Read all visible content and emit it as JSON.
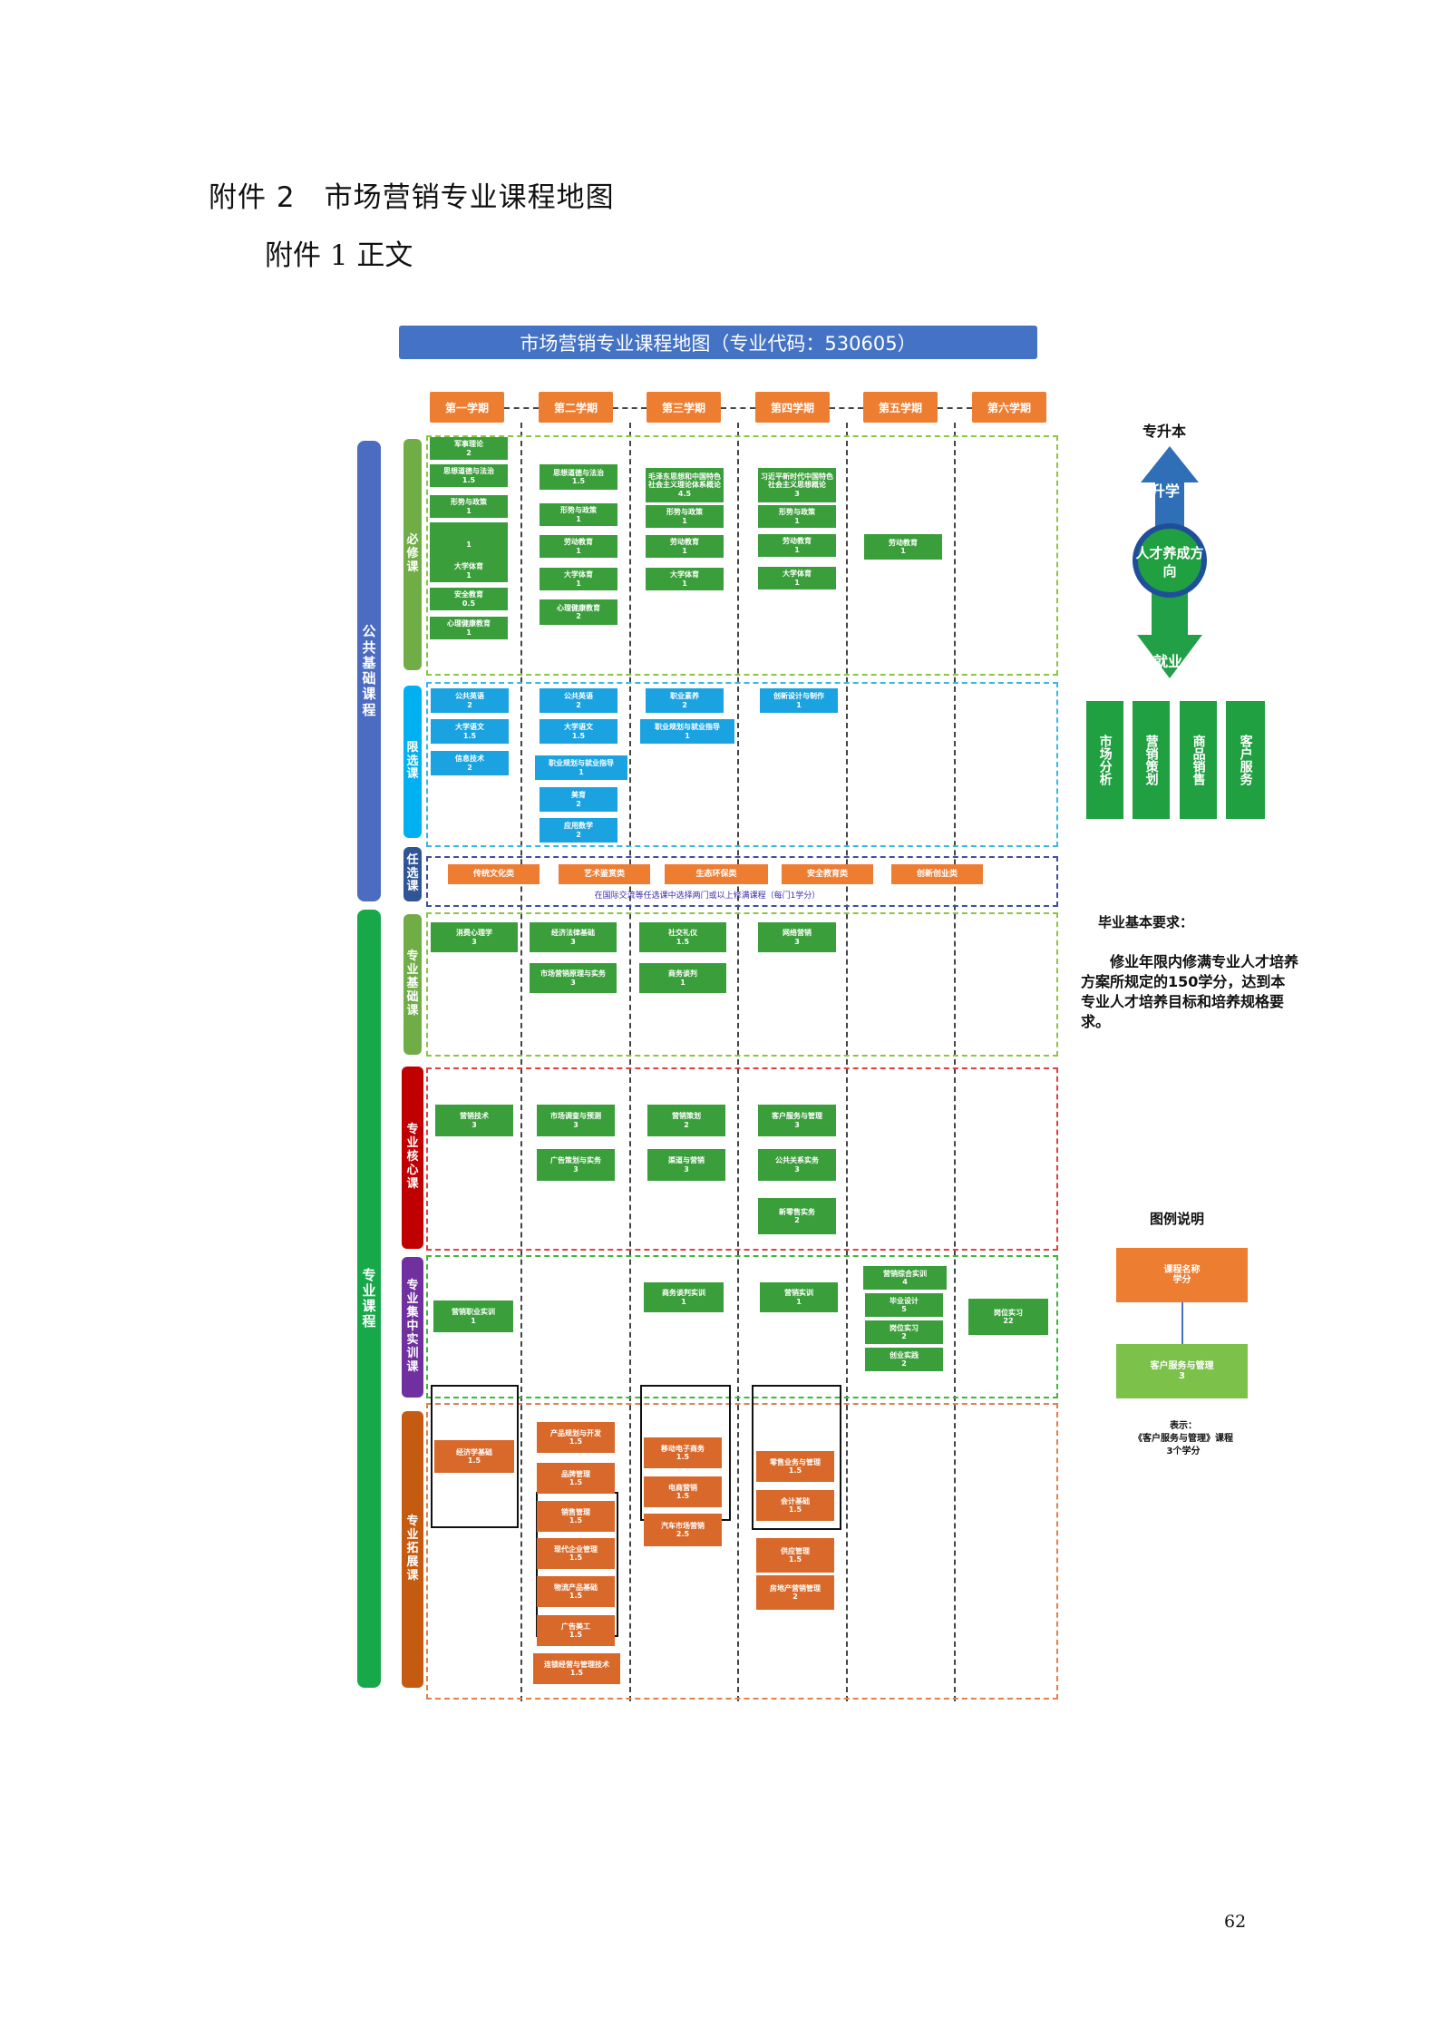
{
  "heading": "附件 2　市场营销专业课程地图",
  "subheading": "附件 1 正文",
  "map_title": "市场营销专业课程地图（专业代码：530605）",
  "semesters": [
    "第一学期",
    "第二学期",
    "第三学期",
    "第四学期",
    "第五学期",
    "第六学期"
  ],
  "categories": {
    "public": "公共基础课程",
    "major": "专业课程"
  },
  "subcategories": {
    "required": "必修课",
    "limited": "限选课",
    "optional": "任选课",
    "major_base": "专业基础课",
    "major_core": "专业核心课",
    "training": "专业集中实训课",
    "expand": "专业拓展课"
  },
  "courses": {
    "req": {
      "s1": [
        {
          "name": "军事理论",
          "credit": "2"
        },
        {
          "name": "思想道德与法治",
          "credit": "1.5"
        },
        {
          "name": "形势与政策",
          "credit": "1"
        },
        {
          "name": "",
          "credit": "1"
        },
        {
          "name": "大学体育",
          "credit": "1"
        },
        {
          "name": "安全教育",
          "credit": "0.5"
        },
        {
          "name": "心理健康教育",
          "credit": "1"
        }
      ],
      "s2": [
        {
          "name": "思想道德与法治",
          "credit": "1.5"
        },
        {
          "name": "形势与政策",
          "credit": "1"
        },
        {
          "name": "劳动教育",
          "credit": "1"
        },
        {
          "name": "大学体育",
          "credit": "1"
        },
        {
          "name": "心理健康教育",
          "credit": "2"
        }
      ],
      "s3": [
        {
          "name": "毛泽东思想和中国特色社会主义理论体系概论",
          "credit": "4.5"
        },
        {
          "name": "形势与政策",
          "credit": "1"
        },
        {
          "name": "劳动教育",
          "credit": "1"
        },
        {
          "name": "大学体育",
          "credit": "1"
        }
      ],
      "s4": [
        {
          "name": "习近平新时代中国特色社会主义思想概论",
          "credit": "3"
        },
        {
          "name": "形势与政策",
          "credit": "1"
        },
        {
          "name": "劳动教育",
          "credit": "1"
        },
        {
          "name": "大学体育",
          "credit": "1"
        }
      ],
      "s5": [
        {
          "name": "劳动教育",
          "credit": "1"
        }
      ]
    },
    "lim": {
      "s1": [
        {
          "name": "公共英语",
          "credit": "2"
        },
        {
          "name": "大学语文",
          "credit": "1.5"
        },
        {
          "name": "信息技术",
          "credit": "2"
        }
      ],
      "s2": [
        {
          "name": "公共英语",
          "credit": "2"
        },
        {
          "name": "大学语文",
          "credit": "1.5"
        },
        {
          "name": "职业规划与就业指导",
          "credit": "1"
        },
        {
          "name": "美育",
          "credit": "2"
        },
        {
          "name": "应用数学",
          "credit": "2"
        }
      ],
      "s3": [
        {
          "name": "职业素养",
          "credit": "2"
        },
        {
          "name": "职业规划与就业指导",
          "credit": "1"
        }
      ],
      "s4": [
        {
          "name": "创新设计与制作",
          "credit": "1"
        }
      ]
    },
    "opt": [
      "传统文化类",
      "艺术鉴赏类",
      "生态环保类",
      "安全教育类",
      "创新创业类"
    ],
    "opt_note": "在国际交流等任选课中选择两门或以上修满课程（每门1学分）",
    "base": {
      "s1": [
        {
          "name": "消费心理学",
          "credit": "3"
        }
      ],
      "s2": [
        {
          "name": "经济法律基础",
          "credit": "3"
        },
        {
          "name": "市场营销原理与实务",
          "credit": "3"
        }
      ],
      "s3": [
        {
          "name": "社交礼仪",
          "credit": "1.5"
        },
        {
          "name": "商务谈判",
          "credit": "1"
        }
      ],
      "s4": [
        {
          "name": "网络营销",
          "credit": "3"
        }
      ]
    },
    "core": {
      "s1": [
        {
          "name": "营销技术",
          "credit": "3"
        }
      ],
      "s2": [
        {
          "name": "市场调查与预测",
          "credit": "3"
        },
        {
          "name": "广告策划与实务",
          "credit": "3"
        }
      ],
      "s3": [
        {
          "name": "营销策划",
          "credit": "2"
        },
        {
          "name": "渠道与营销",
          "credit": "3"
        }
      ],
      "s4": [
        {
          "name": "客户服务与管理",
          "credit": "3"
        },
        {
          "name": "公共关系实务",
          "credit": "3"
        },
        {
          "name": "新零售实务",
          "credit": "2"
        }
      ]
    },
    "train": {
      "s1": [
        {
          "name": "营销职业实训",
          "credit": "1"
        }
      ],
      "s3": [
        {
          "name": "商务谈判实训",
          "credit": "1"
        }
      ],
      "s4": [
        {
          "name": "营销实训",
          "credit": "1"
        }
      ],
      "s5": [
        {
          "name": "营销综合实训",
          "credit": "4"
        },
        {
          "name": "毕业设计",
          "credit": "5"
        },
        {
          "name": "岗位实习",
          "credit": "2"
        },
        {
          "name": "创业实践",
          "credit": "2"
        }
      ],
      "s6": [
        {
          "name": "岗位实习",
          "credit": "22"
        }
      ]
    },
    "exp": {
      "s1": [
        {
          "name": "经济学基础",
          "credit": "1.5"
        }
      ],
      "s2": [
        {
          "name": "产品规划与开发",
          "credit": "1.5"
        },
        {
          "name": "品牌管理",
          "credit": "1.5"
        },
        {
          "name": "销售管理",
          "credit": "1.5"
        },
        {
          "name": "现代企业管理",
          "credit": "1.5"
        },
        {
          "name": "物流产品基础",
          "credit": "1.5"
        },
        {
          "name": "广告美工",
          "credit": "1.5"
        },
        {
          "name": "连锁经营与管理技术",
          "credit": "1.5"
        }
      ],
      "s3": [
        {
          "name": "移动电子商务",
          "credit": "1.5"
        },
        {
          "name": "电商营销",
          "credit": "1.5"
        },
        {
          "name": "汽车市场营销",
          "credit": "2.5"
        }
      ],
      "s4": [
        {
          "name": "零售业务与管理",
          "credit": "1.5"
        },
        {
          "name": "会计基础",
          "credit": "1.5"
        },
        {
          "name": "供应管理",
          "credit": "1.5"
        },
        {
          "name": "房地产营销管理",
          "credit": "2"
        }
      ]
    }
  },
  "direction": {
    "top": "专升本",
    "up": "升学",
    "center": "人才养成方向",
    "down": "就业",
    "jobs": [
      "市场分析",
      "营销策划",
      "商品销售",
      "客户服务"
    ]
  },
  "graduation": {
    "title": "毕业基本要求：",
    "text": "修业年限内修满专业人才培养方案所规定的150学分，达到本专业人才培养目标和培养规格要求。"
  },
  "legend": {
    "title": "图例说明",
    "box1_line1": "课程名称",
    "box1_line2": "学分",
    "box2_line1": "客户服务与管理",
    "box2_line2": "3",
    "note_line1": "表示：",
    "note_line2": "《客户服务与管理》课程",
    "note_line3": "3个学分"
  },
  "page_number": "62",
  "colors": {
    "title_blue": "#4472c4",
    "semester_orange": "#ed7d31",
    "required_green": "#70ad47",
    "limited_blue": "#00b0f0",
    "optional_navy": "#2f5597",
    "core_red": "#c00000",
    "training_purple": "#7030a0",
    "expand_orange": "#c55a11",
    "course_green": "#3a9e3a"
  }
}
